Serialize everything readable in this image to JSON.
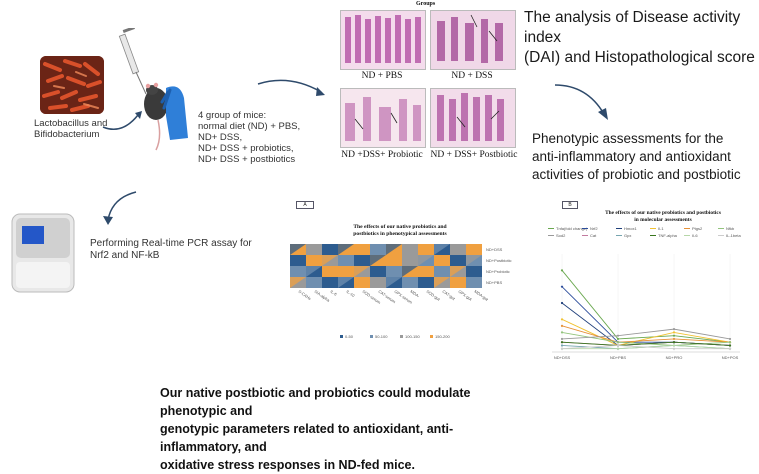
{
  "groups_header": "Groups",
  "bacteria_label_line1": "Lactobacillus and",
  "bacteria_label_line2": "Bifidobacterium",
  "mice_groups": {
    "intro": "4 group of mice:",
    "items": [
      "normal diet (ND) + PBS,",
      "ND+ DSS,",
      "ND+ DSS + probiotics,",
      "ND+ DSS + postbiotics"
    ]
  },
  "micro_labels": [
    "ND + PBS",
    "ND + DSS",
    "ND +DSS+ Probiotic",
    "ND + DSS+ Postbiotic"
  ],
  "dai_heading_line1": "The analysis of Disease activity index",
  "dai_heading_line2": "(DAI) and Histopathological score",
  "phenotypic_line1": "Phenotypic assessments for the",
  "phenotypic_line2": "anti-inflammatory and antioxidant",
  "phenotypic_line3": "activities of probiotic and postbiotic",
  "pcr_line1": "Performing Real-time PCR assay for",
  "pcr_line2": "Nrf2 and NF-kB",
  "conclusion_line1": "Our native postbiotic and probiotics could modulate phenotypic and",
  "conclusion_line2": "genotypic parameters related to antioxidant, anti-inflammatory, and",
  "conclusion_line3": "oxidative stress responses in ND-fed mice.",
  "colors": {
    "arrow": "#2e4a6b",
    "glove": "#2f7fd8",
    "heat_blue": "#2d5c8f",
    "heat_orange": "#f0a040",
    "heat_gray": "#9a9a9a"
  },
  "chart_data": [
    {
      "panel_label": "A",
      "type": "heatmap",
      "title_line1": "The effects of our native probiotics and",
      "title_line2": "postbiotics in phenotypical assessments",
      "rows": [
        "ND+DSS",
        "ND+Postbiotic",
        "ND+Probiotic",
        "ND+PBS"
      ],
      "columns": [
        "S-CAHs",
        "SIA-alpha",
        "IL-6",
        "IL-10",
        "SOD-serum",
        "CAT-serum",
        "GPX-serum",
        "MDA-",
        "SOD-gut",
        "CAT-gut",
        "GPX-gut",
        "MDA-gut"
      ],
      "legend": [
        "0-50",
        "50-100",
        "100-150",
        "150-200"
      ],
      "legend_colors": [
        "#2d5c8f",
        "#6f8fb0",
        "#9a9a9a",
        "#f0a040"
      ],
      "values": [
        [
          3,
          2,
          0,
          3,
          3,
          1,
          3,
          2,
          3,
          0,
          2,
          3
        ],
        [
          0,
          3,
          2,
          1,
          0,
          3,
          3,
          2,
          1,
          3,
          0,
          1
        ],
        [
          1,
          0,
          3,
          3,
          2,
          0,
          1,
          3,
          3,
          1,
          2,
          0
        ],
        [
          2,
          1,
          0,
          0,
          3,
          2,
          0,
          1,
          0,
          2,
          3,
          1
        ]
      ]
    },
    {
      "panel_label": "B",
      "type": "line",
      "title_line1": "The effects of our native probiotics and postbiotics",
      "title_line2": "in molecular assessments",
      "categories": [
        "ND+DSS",
        "ND+PBS",
        "ND+PRO",
        "ND+POS"
      ],
      "legend": [
        "Tnfa(fold change)",
        "Nrf2",
        "Hmox1",
        "Il-1",
        "Ptgs2",
        "Nfkb",
        "Sod2",
        "Cat",
        "Gpx",
        "TNF-alpha",
        "Il-6",
        "IL-1beta"
      ],
      "series": [
        {
          "name": "Tnfa(fold change)",
          "color": "#6aa84f",
          "values": [
            25,
            4,
            5,
            3
          ]
        },
        {
          "name": "Nrf2",
          "color": "#2b4c9b",
          "values": [
            20,
            3,
            3,
            2
          ]
        },
        {
          "name": "Hmox1",
          "color": "#1f3f7a",
          "values": [
            15,
            2,
            3,
            2
          ]
        },
        {
          "name": "Il-1",
          "color": "#f1c232",
          "values": [
            10,
            2,
            6,
            3
          ]
        },
        {
          "name": "Ptgs2",
          "color": "#e69138",
          "values": [
            8,
            3,
            4,
            3
          ]
        },
        {
          "name": "Nfkb",
          "color": "#93c47d",
          "values": [
            6,
            3,
            2,
            3
          ]
        },
        {
          "name": "Sod2",
          "color": "#999999",
          "values": [
            4,
            5,
            7,
            4
          ]
        },
        {
          "name": "Cat",
          "color": "#c27ba0",
          "values": [
            3,
            2,
            3,
            2
          ]
        },
        {
          "name": "Gpx",
          "color": "#76a5af",
          "values": [
            2,
            1,
            2,
            1
          ]
        },
        {
          "name": "TNF-alpha",
          "color": "#38761d",
          "values": [
            3,
            2,
            3,
            2
          ]
        },
        {
          "name": "Il-6",
          "color": "#b6d7a8",
          "values": [
            1,
            1,
            2,
            1
          ]
        },
        {
          "name": "IL-1beta",
          "color": "#cccccc",
          "values": [
            1,
            2,
            1,
            1
          ]
        }
      ],
      "ylim": [
        0,
        30
      ]
    }
  ]
}
